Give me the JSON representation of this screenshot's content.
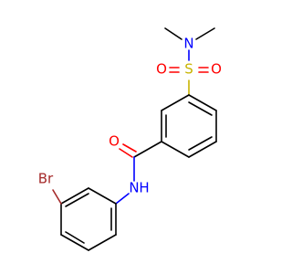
{
  "molecule": {
    "atoms": {
      "sulfonyl_S": {
        "label": "S",
        "color": "#c8b400"
      },
      "sulfonyl_O_left": {
        "label": "O",
        "color": "#ff0000"
      },
      "sulfonyl_O_right": {
        "label": "O",
        "color": "#ff0000"
      },
      "dimethylamino_N": {
        "label": "N",
        "color": "#0000ff"
      },
      "amide_O": {
        "label": "O",
        "color": "#ff0000"
      },
      "amide_N": {
        "label": "N",
        "color": "#0000ff"
      },
      "amide_H": {
        "label": "H",
        "color": "#0000ff"
      },
      "bromine": {
        "label": "Br",
        "color": "#a52a2a"
      }
    },
    "bond_color": "#000000"
  }
}
